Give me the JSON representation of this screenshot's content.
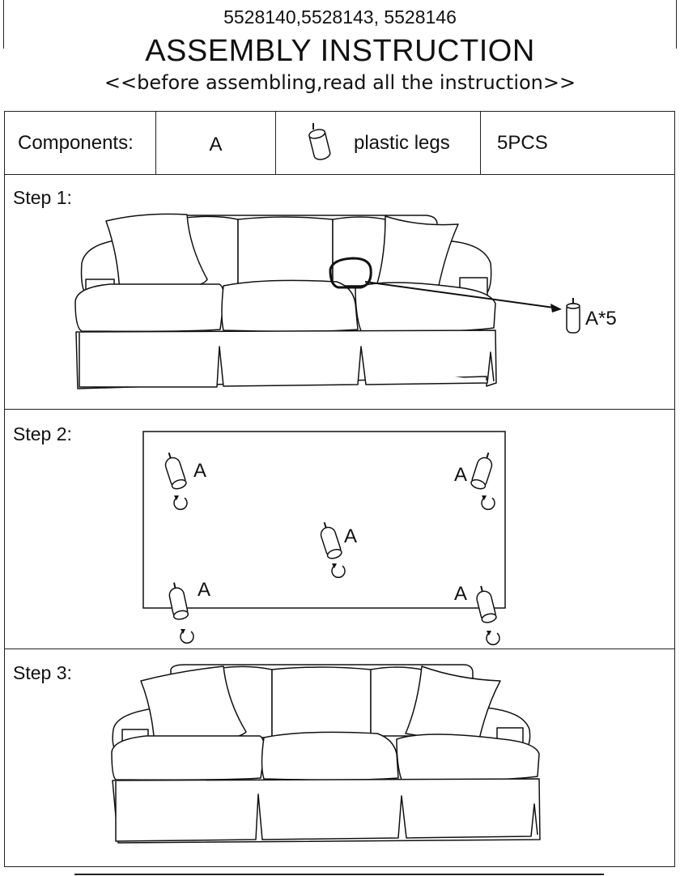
{
  "header": {
    "model_numbers": "5528140,5528143, 5528146",
    "title": "ASSEMBLY INSTRUCTION",
    "subtitle": "<<before assembling,read all the instruction>>"
  },
  "components": {
    "label": "Components:",
    "part_letter": "A",
    "part_name": "plastic legs",
    "quantity": "5PCS",
    "part_icon": "plastic-leg-icon"
  },
  "steps": [
    {
      "label": "Step 1:",
      "callout": "A*5"
    },
    {
      "label": "Step 2:",
      "leg_labels": [
        "A",
        "A",
        "A",
        "A",
        "A"
      ],
      "rotate_icon": "rotate-arrow-icon"
    },
    {
      "label": "Step 3:"
    }
  ]
}
